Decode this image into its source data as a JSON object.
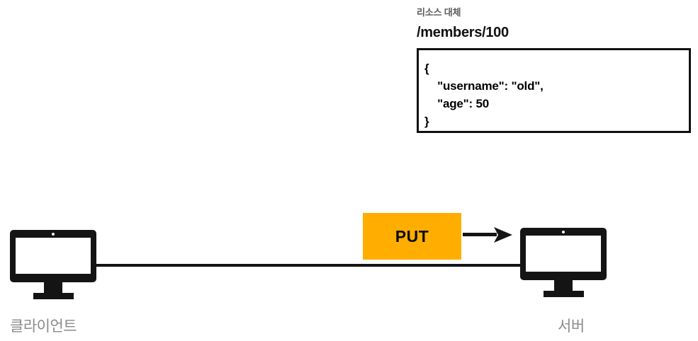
{
  "diagram": {
    "title_caption": "리소스 대체",
    "resource_path": "/members/100",
    "request_body": {
      "open_brace": "{",
      "line_username": "    \"username\": \"old\",",
      "line_age": "    \"age\": 50",
      "close_brace": "}",
      "full_text": "{\n    \"username\": \"old\",\n    \"age\": 50\n}"
    },
    "method_label": "PUT",
    "client_label": "클라이언트",
    "server_label": "서버",
    "icons": {
      "client": "monitor-icon",
      "server": "monitor-icon",
      "flow": "arrow-right-icon",
      "link": "connection-line"
    },
    "colors": {
      "method_box": "#FFAE00",
      "method_text": "#0A0A0A",
      "caption_gray": "#595959",
      "node_label_gray": "#8A8A8A",
      "ink": "#141414",
      "background": "#FFFFFF"
    }
  }
}
